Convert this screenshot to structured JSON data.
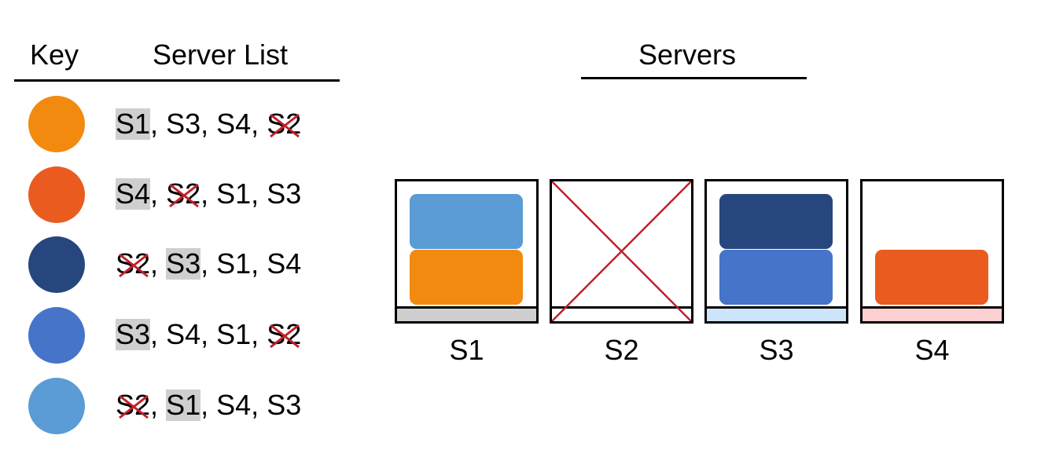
{
  "headers": {
    "key": "Key",
    "server_list": "Server List",
    "servers": "Servers"
  },
  "rows": [
    {
      "color": "#f28a10",
      "servers": [
        {
          "label": "S1",
          "preferred": true,
          "failed": false
        },
        {
          "label": "S3",
          "preferred": false,
          "failed": false
        },
        {
          "label": "S4",
          "preferred": false,
          "failed": false
        },
        {
          "label": "S2",
          "preferred": false,
          "failed": true
        }
      ]
    },
    {
      "color": "#ea5b1f",
      "servers": [
        {
          "label": "S4",
          "preferred": true,
          "failed": false
        },
        {
          "label": "S2",
          "preferred": false,
          "failed": true
        },
        {
          "label": "S1",
          "preferred": false,
          "failed": false
        },
        {
          "label": "S3",
          "preferred": false,
          "failed": false
        }
      ]
    },
    {
      "color": "#27467d",
      "servers": [
        {
          "label": "S2",
          "preferred": false,
          "failed": true
        },
        {
          "label": "S3",
          "preferred": true,
          "failed": false
        },
        {
          "label": "S1",
          "preferred": false,
          "failed": false
        },
        {
          "label": "S4",
          "preferred": false,
          "failed": false
        }
      ]
    },
    {
      "color": "#4574c9",
      "servers": [
        {
          "label": "S3",
          "preferred": true,
          "failed": false
        },
        {
          "label": "S4",
          "preferred": false,
          "failed": false
        },
        {
          "label": "S1",
          "preferred": false,
          "failed": false
        },
        {
          "label": "S2",
          "preferred": false,
          "failed": true
        }
      ]
    },
    {
      "color": "#5b9bd6",
      "servers": [
        {
          "label": "S2",
          "preferred": false,
          "failed": true
        },
        {
          "label": "S1",
          "preferred": true,
          "failed": false
        },
        {
          "label": "S4",
          "preferred": false,
          "failed": false
        },
        {
          "label": "S3",
          "preferred": false,
          "failed": false
        }
      ]
    }
  ],
  "servers": [
    {
      "label": "S1",
      "failed": false,
      "base_color": "#cfcfcf",
      "upper_block": "#5b9bd6",
      "lower_block": "#f28a10"
    },
    {
      "label": "S2",
      "failed": true,
      "base_color": "#ffffff",
      "upper_block": null,
      "lower_block": null
    },
    {
      "label": "S3",
      "failed": false,
      "base_color": "#cce5fb",
      "upper_block": "#27467d",
      "lower_block": "#4574c9"
    },
    {
      "label": "S4",
      "failed": false,
      "base_color": "#fccfd0",
      "upper_block": null,
      "lower_block": "#ea5b1f"
    }
  ],
  "colors": {
    "failure_cross": "#c0202a",
    "preferred_highlight": "#cfcfcf"
  },
  "separator": ", "
}
